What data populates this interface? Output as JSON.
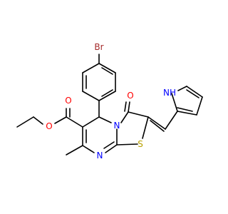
{
  "diagram": {
    "type": "chemical-structure",
    "atoms": {
      "br": {
        "label": "Br",
        "color": "#A52A2A"
      },
      "o_ester_carbonyl": {
        "label": "O",
        "color": "#FF0000"
      },
      "o_ester_ether": {
        "label": "O",
        "color": "#FF0000"
      },
      "o_ketone": {
        "label": "O",
        "color": "#FF0000"
      },
      "n_ring": {
        "label": "N",
        "color": "#0000FF"
      },
      "n_imine": {
        "label": "N",
        "color": "#0000FF"
      },
      "nh_pyrrole": {
        "label": "NH",
        "color": "#0000FF"
      },
      "s_thiazole": {
        "label": "S",
        "color": "#B8A000"
      }
    },
    "bond_color": "#000000"
  }
}
